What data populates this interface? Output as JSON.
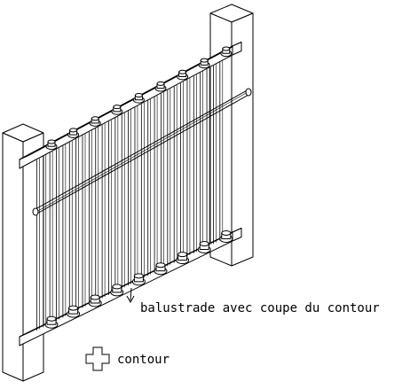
{
  "labels": {
    "main": "balustrade avec coupe du contour",
    "legend": "contour"
  },
  "drawing": {
    "stroke_color": "#000000",
    "background": "#ffffff",
    "baluster_count": 29,
    "brackets_per_rail": 9
  }
}
